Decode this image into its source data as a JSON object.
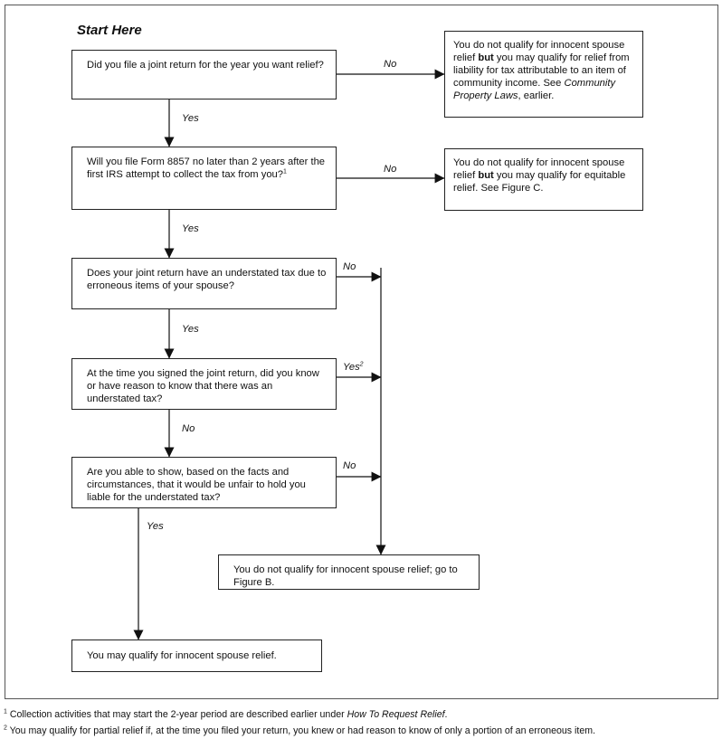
{
  "title": "Start Here",
  "q1": {
    "text": "Did you file a joint return for the year you want relief?"
  },
  "q2": {
    "text": "Will you file Form 8857 no later than 2 years after the first IRS attempt to collect the tax from you?",
    "sup": "1"
  },
  "q3": {
    "text": "Does your joint return have an understated tax due to erroneous items of your spouse?"
  },
  "q4": {
    "text": "At the time you signed the joint return, did you know or have reason to know that there was an understated tax?"
  },
  "q5": {
    "text": "Are you able to show, based on the facts and circumstances, that it would be unfair to hold you liable for the understated tax?"
  },
  "r1": {
    "pre": "You do not qualify for innocent spouse relief ",
    "bold": "but",
    "mid": " you may qualify for relief from liability for tax attributable to an item of community income. See ",
    "italic": "Community Property Laws",
    "post": ", earlier."
  },
  "r2": {
    "pre": "You do not qualify for innocent spouse relief ",
    "bold": "but",
    "post": " you may qualify for equitable relief. See Figure C."
  },
  "r3": {
    "text": "You do not qualify for innocent spouse relief; go to Figure B."
  },
  "r4": {
    "text": "You may qualify for innocent spouse relief."
  },
  "labels": {
    "no1": "No",
    "yes1": "Yes",
    "no2": "No",
    "yes2": "Yes",
    "no3": "No",
    "yes3": "Yes",
    "yes4": "Yes",
    "yes4_sup": "2",
    "no4": "No",
    "no5": "No",
    "yes5": "Yes"
  },
  "footnotes": {
    "f1_sup": "1",
    "f1_pre": " Collection activities that may start the 2-year period are described earlier under ",
    "f1_italic": "How To Request Relief",
    "f1_post": ".",
    "f2_sup": "2",
    "f2_text": " You may qualify for partial relief if, at the time you filed your return, you knew or had reason to know of only a portion of an erroneous item."
  }
}
